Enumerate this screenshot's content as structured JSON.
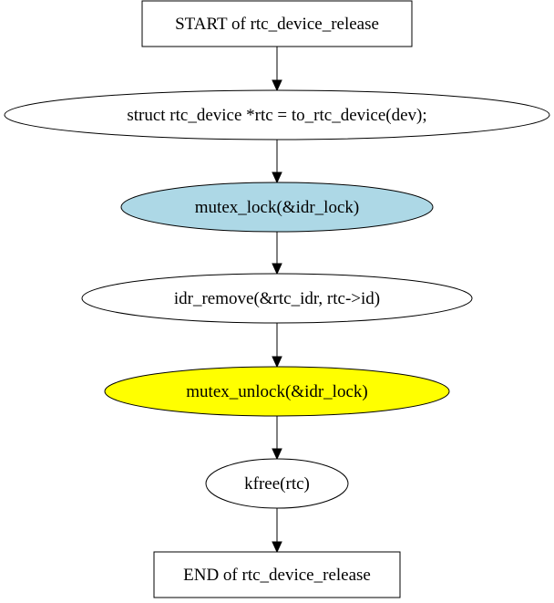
{
  "flowchart": {
    "nodes": [
      {
        "id": "start",
        "label": "START of rtc_device_release",
        "shape": "box",
        "fill": "#ffffff"
      },
      {
        "id": "assign",
        "label": "struct rtc_device *rtc = to_rtc_device(dev);",
        "shape": "ellipse",
        "fill": "#ffffff"
      },
      {
        "id": "lock",
        "label": "mutex_lock(&idr_lock)",
        "shape": "ellipse",
        "fill": "#add8e6"
      },
      {
        "id": "remove",
        "label": "idr_remove(&rtc_idr, rtc->id)",
        "shape": "ellipse",
        "fill": "#ffffff"
      },
      {
        "id": "unlock",
        "label": "mutex_unlock(&idr_lock)",
        "shape": "ellipse",
        "fill": "#ffff00"
      },
      {
        "id": "free",
        "label": "kfree(rtc)",
        "shape": "ellipse",
        "fill": "#ffffff"
      },
      {
        "id": "end",
        "label": "END of rtc_device_release",
        "shape": "box",
        "fill": "#ffffff"
      }
    ],
    "edges": [
      {
        "from": "start",
        "to": "assign"
      },
      {
        "from": "assign",
        "to": "lock"
      },
      {
        "from": "lock",
        "to": "remove"
      },
      {
        "from": "remove",
        "to": "unlock"
      },
      {
        "from": "unlock",
        "to": "free"
      },
      {
        "from": "free",
        "to": "end"
      }
    ]
  }
}
